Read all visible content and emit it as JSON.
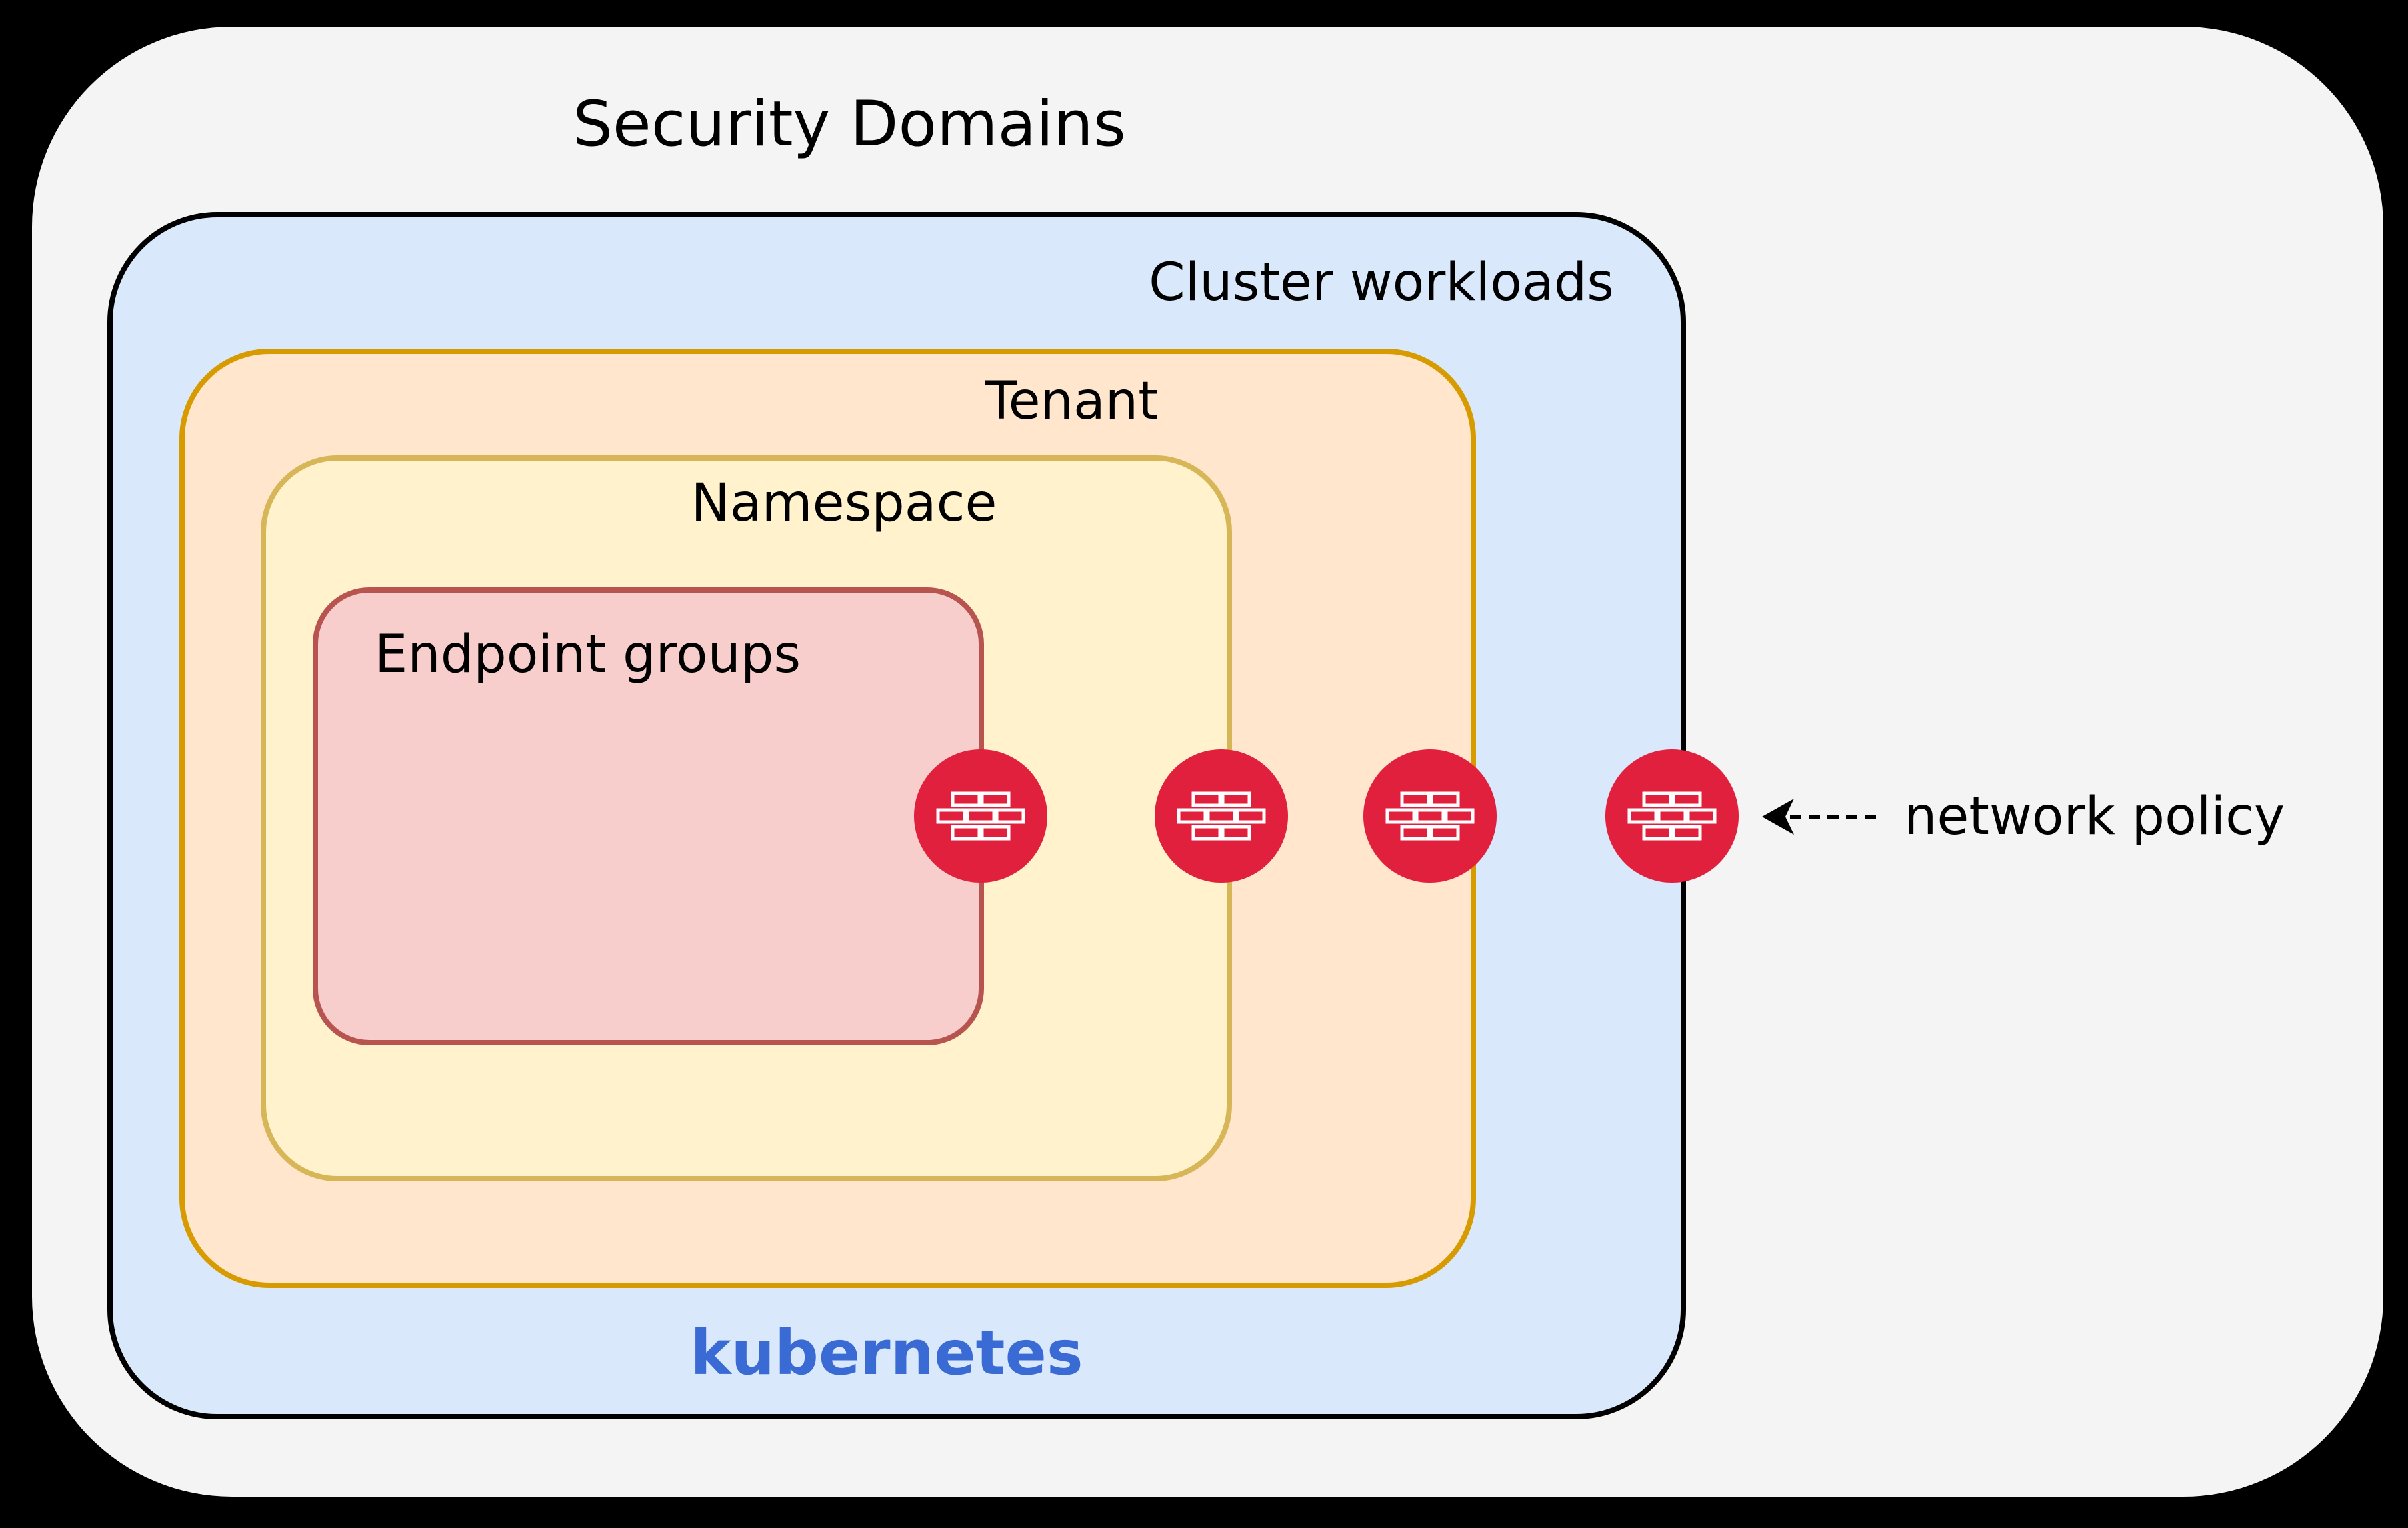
{
  "title": "Security Domains",
  "diagram": {
    "cluster": {
      "label": "Cluster workloads",
      "brand": "kubernetes"
    },
    "tenant": {
      "label": "Tenant"
    },
    "namespace": {
      "label": "Namespace"
    },
    "endpoint_groups": {
      "label": "Endpoint groups"
    }
  },
  "annotation": {
    "label": "network policy",
    "arrow_style": "dashed, pointing left"
  },
  "firewalls": {
    "count": 4,
    "icon": "firewall-brick-wall",
    "placements": [
      "endpoint-groups-boundary",
      "namespace-boundary",
      "tenant-boundary",
      "cluster-boundary"
    ]
  },
  "colors": {
    "page_background": "#000000",
    "panel_background": "#F5F4F5",
    "cluster_fill": "#DAE8FC",
    "cluster_border": "#000000",
    "tenant_fill": "#FFE6CC",
    "tenant_border": "#D79B00",
    "namespace_fill": "#FFF2CC",
    "namespace_border": "#D6B656",
    "endpoint_fill": "#F8CECC",
    "endpoint_border": "#B85450",
    "firewall_red": "#E0203C",
    "kubernetes_blue": "#3A6AD4",
    "text": "#000000"
  }
}
